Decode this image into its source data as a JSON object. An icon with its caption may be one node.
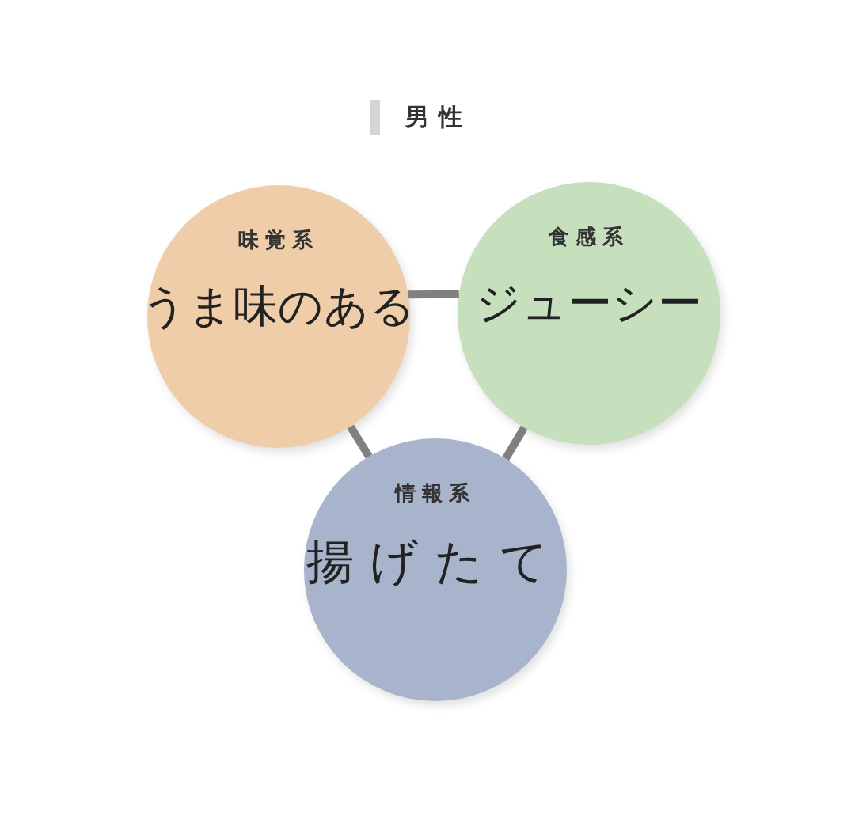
{
  "diagram": {
    "title": "男性",
    "nodes": [
      {
        "text": [
          "味覚系",
          "うま味のある"
        ]
      },
      {
        "text": [
          "食感系",
          "ジューシー"
        ]
      },
      {
        "text": [
          "情報系",
          "揚げたて"
        ]
      }
    ],
    "edges": [
      {
        "from": 0,
        "to": 1,
        "arrow": "none"
      },
      {
        "from": 0,
        "to": 2,
        "arrow": "none"
      },
      {
        "from": 1,
        "to": 2,
        "arrow": "none"
      }
    ]
  }
}
